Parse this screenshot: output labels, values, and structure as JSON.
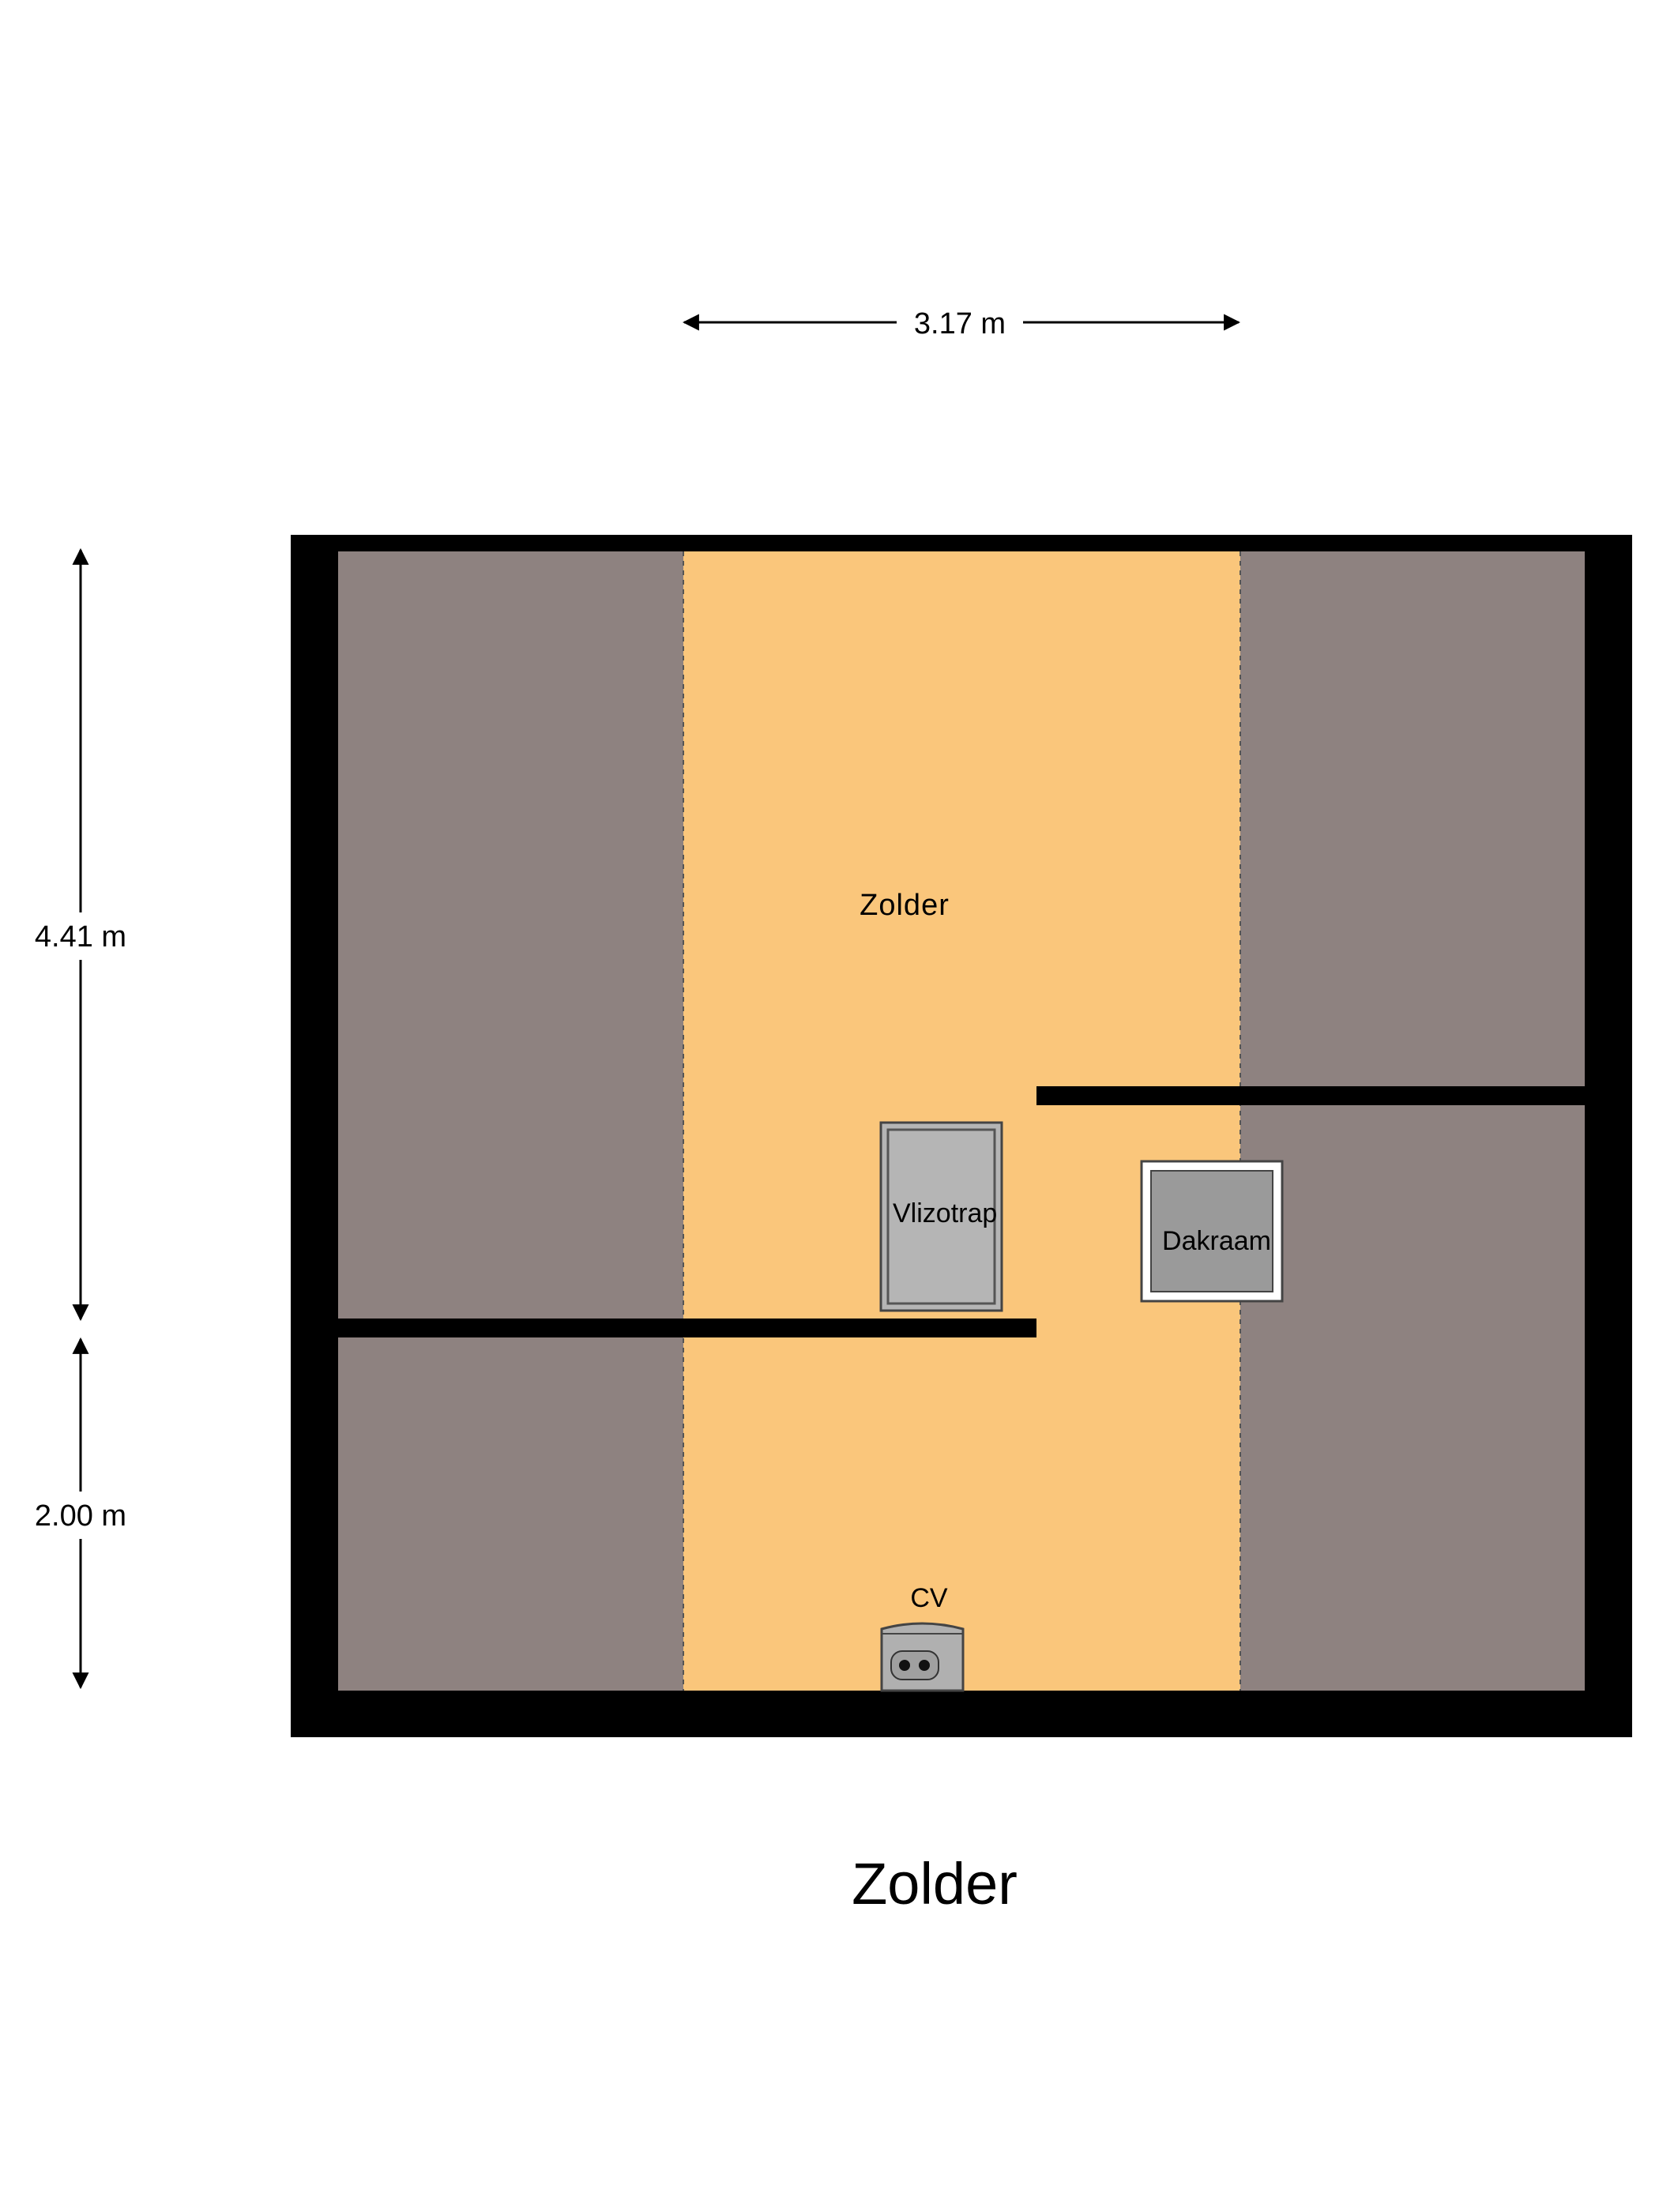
{
  "colors": {
    "wall": "#000000",
    "low_ceiling": "#8e8280",
    "floor": "#fac67b",
    "fixture_fill": "#b5b5b5",
    "fixture_stroke": "#444444",
    "background": "#ffffff"
  },
  "dimensions": {
    "width_label": "3.17 m",
    "height_upper_label": "4.41 m",
    "height_lower_label": "2.00 m"
  },
  "rooms": {
    "main_label": "Zolder"
  },
  "fixtures": {
    "stair_label": "Vlizotrap",
    "skylight_label": "Dakraam",
    "boiler_label": "CV"
  },
  "floor_title": "Zolder"
}
